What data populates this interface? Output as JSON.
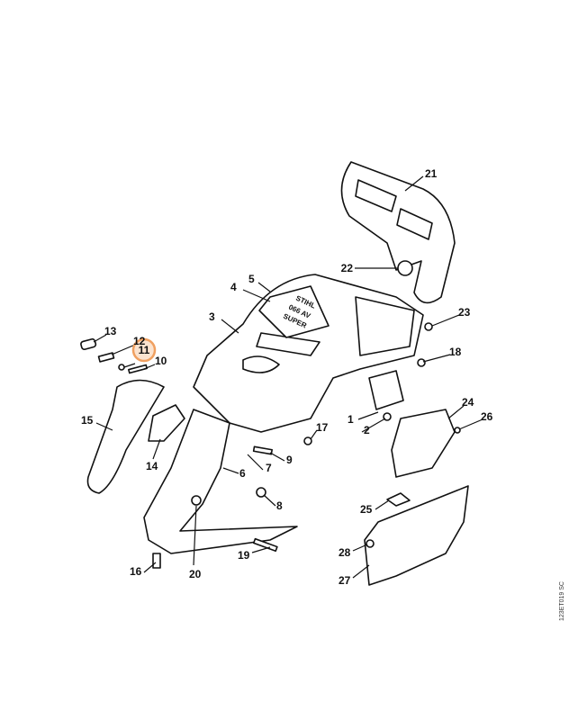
{
  "diagram": {
    "decal_text": [
      "STIHL",
      "066 AV",
      "SUPER"
    ],
    "drawing_code": "123ET019 SC",
    "highlight_color": "#f0a060",
    "highlighted_part": "11",
    "callouts": [
      "21",
      "22",
      "5",
      "4",
      "3",
      "23",
      "13",
      "12",
      "11",
      "10",
      "18",
      "24",
      "1",
      "26",
      "17",
      "2",
      "15",
      "9",
      "14",
      "7",
      "6",
      "8",
      "25",
      "28",
      "19",
      "16",
      "20",
      "27"
    ]
  }
}
